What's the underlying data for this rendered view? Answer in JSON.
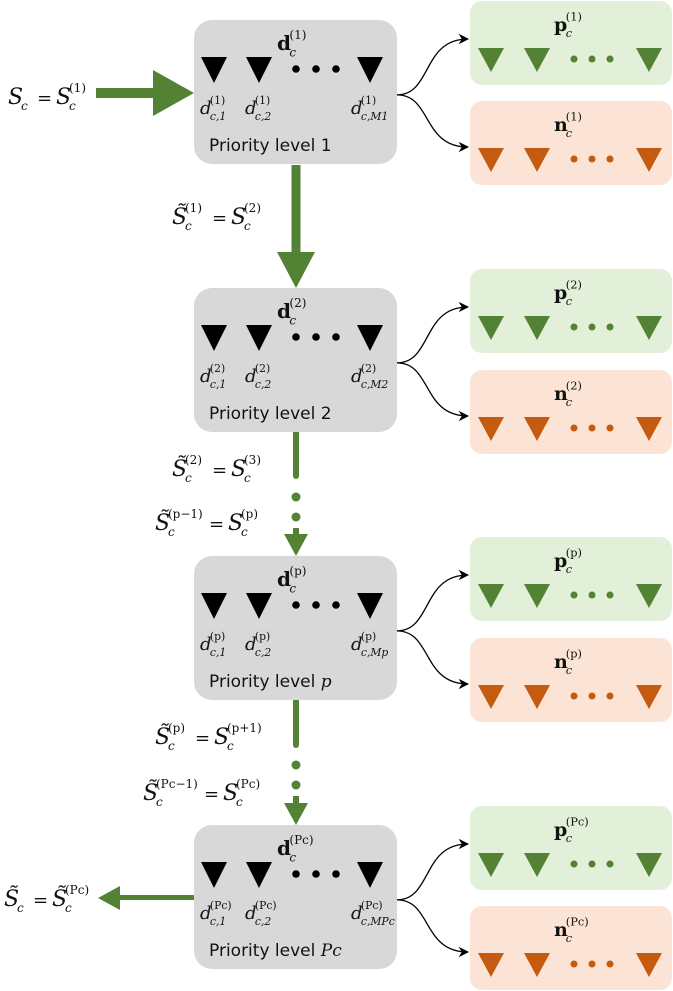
{
  "colors": {
    "level_box": "#d8d8d8",
    "pos_box": "#e2efd9",
    "neg_box": "#fbe4d5",
    "green": "#548235",
    "orange": "#c55a11",
    "black": "#000000"
  },
  "icons": {
    "item": "down-triangle-icon",
    "ellipsis": "ellipsis-dots-icon",
    "flow": "arrow-icon"
  },
  "input_label": {
    "lhs": "S",
    "lhs_sub": "c",
    "eq": "=",
    "rhs": "S",
    "rhs_sub": "c",
    "rhs_sup": "(1)"
  },
  "output_label": {
    "lhs": "S̃",
    "lhs_sub": "c",
    "eq": "=",
    "rhs": "S̃",
    "rhs_sub": "c",
    "rhs_sup": "(Pc)"
  },
  "levels": [
    {
      "id": "1",
      "title": "Priority level 1",
      "set": "d",
      "set_sub": "c",
      "set_sup": "(1)",
      "items": [
        {
          "sym": "d",
          "sub": "c,1",
          "sup": "(1)"
        },
        {
          "sym": "d",
          "sub": "c,2",
          "sup": "(1)"
        },
        {
          "sym": "d",
          "sub": "c,M1",
          "sup": "(1)"
        }
      ],
      "pos": {
        "sym": "p",
        "sub": "c",
        "sup": "(1)"
      },
      "neg": {
        "sym": "n",
        "sub": "c",
        "sup": "(1)"
      }
    },
    {
      "id": "2",
      "title": "Priority level 2",
      "set": "d",
      "set_sub": "c",
      "set_sup": "(2)",
      "items": [
        {
          "sym": "d",
          "sub": "c,1",
          "sup": "(2)"
        },
        {
          "sym": "d",
          "sub": "c,2",
          "sup": "(2)"
        },
        {
          "sym": "d",
          "sub": "c,M2",
          "sup": "(2)"
        }
      ],
      "pos": {
        "sym": "p",
        "sub": "c",
        "sup": "(2)"
      },
      "neg": {
        "sym": "n",
        "sub": "c",
        "sup": "(2)"
      }
    },
    {
      "id": "p",
      "title_prefix": "Priority level ",
      "title_var": "p",
      "set": "d",
      "set_sub": "c",
      "set_sup": "(p)",
      "items": [
        {
          "sym": "d",
          "sub": "c,1",
          "sup": "(p)"
        },
        {
          "sym": "d",
          "sub": "c,2",
          "sup": "(p)"
        },
        {
          "sym": "d",
          "sub": "c,Mp",
          "sup": "(p)"
        }
      ],
      "pos": {
        "sym": "p",
        "sub": "c",
        "sup": "(p)"
      },
      "neg": {
        "sym": "n",
        "sub": "c",
        "sup": "(p)"
      }
    },
    {
      "id": "Pc",
      "title_prefix": "Priority level ",
      "title_var": "Pc",
      "set": "d",
      "set_sub": "c",
      "set_sup": "(Pc)",
      "items": [
        {
          "sym": "d",
          "sub": "c,1",
          "sup": "(Pc)"
        },
        {
          "sym": "d",
          "sub": "c,2",
          "sup": "(Pc)"
        },
        {
          "sym": "d",
          "sub": "c,MPc",
          "sup": "(Pc)"
        }
      ],
      "pos": {
        "sym": "p",
        "sub": "c",
        "sup": "(Pc)"
      },
      "neg": {
        "sym": "n",
        "sub": "c",
        "sup": "(Pc)"
      }
    }
  ],
  "transitions": [
    {
      "lhs": "S̃",
      "lhs_sub": "c",
      "lhs_sup": "(1)",
      "eq": "=",
      "rhs": "S",
      "rhs_sub": "c",
      "rhs_sup": "(2)"
    },
    {
      "lhs": "S̃",
      "lhs_sub": "c",
      "lhs_sup": "(2)",
      "eq": "=",
      "rhs": "S",
      "rhs_sub": "c",
      "rhs_sup": "(3)"
    },
    {
      "lhs": "S̃",
      "lhs_sub": "c",
      "lhs_sup": "(p−1)",
      "eq": "=",
      "rhs": "S",
      "rhs_sub": "c",
      "rhs_sup": "(p)"
    },
    {
      "lhs": "S̃",
      "lhs_sub": "c",
      "lhs_sup": "(p)",
      "eq": "=",
      "rhs": "S",
      "rhs_sub": "c",
      "rhs_sup": "(p+1)"
    },
    {
      "lhs": "S̃",
      "lhs_sub": "c",
      "lhs_sup": "(Pc−1)",
      "eq": "=",
      "rhs": "S",
      "rhs_sub": "c",
      "rhs_sup": "(Pc)"
    }
  ]
}
